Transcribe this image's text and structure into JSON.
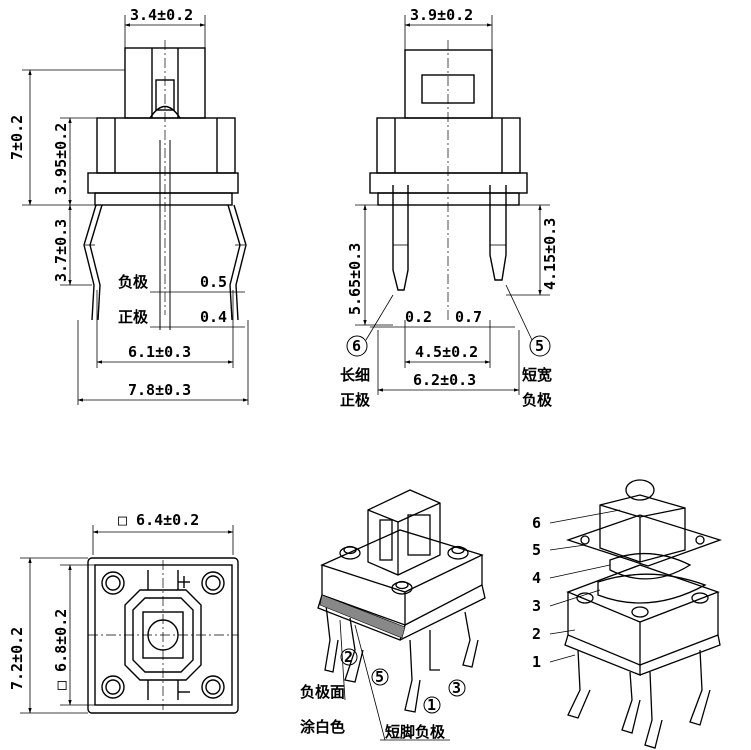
{
  "front_view": {
    "width_top": "3.4±0.2",
    "height_total": "7±0.2",
    "height_body": "3.95±0.2",
    "pin_length": "3.7±0.3",
    "neg_label": "负极",
    "neg_value": "0.5",
    "pos_label": "正极",
    "pos_value": "0.4",
    "pin_pitch": "6.1±0.3",
    "total_width": "7.8±0.3"
  },
  "side_view": {
    "width_top": "3.9±0.2",
    "long_pin": "5.65±0.3",
    "short_pin": "4.15±0.3",
    "gap_left": "0.2",
    "gap_right": "0.7",
    "pitch_inner": "4.5±0.2",
    "pitch_outer": "6.2±0.3",
    "marker_left": "6",
    "marker_right": "5",
    "left_note_1": "长细",
    "left_note_2": "正极",
    "right_note_1": "短宽",
    "right_note_2": "负极"
  },
  "bottom_view": {
    "width": "□ 6.4±0.2",
    "height_outer": "7.2±0.2",
    "height_inner": "□ 6.8±0.2"
  },
  "iso_view": {
    "pin_2": "2",
    "pin_5": "5",
    "pin_1": "1",
    "pin_3": "3",
    "note_1": "负极面",
    "note_2": "涂白色",
    "note_3": "短脚负极"
  },
  "exploded_view": {
    "labels": [
      "6",
      "5",
      "4",
      "3",
      "2",
      "1"
    ]
  }
}
